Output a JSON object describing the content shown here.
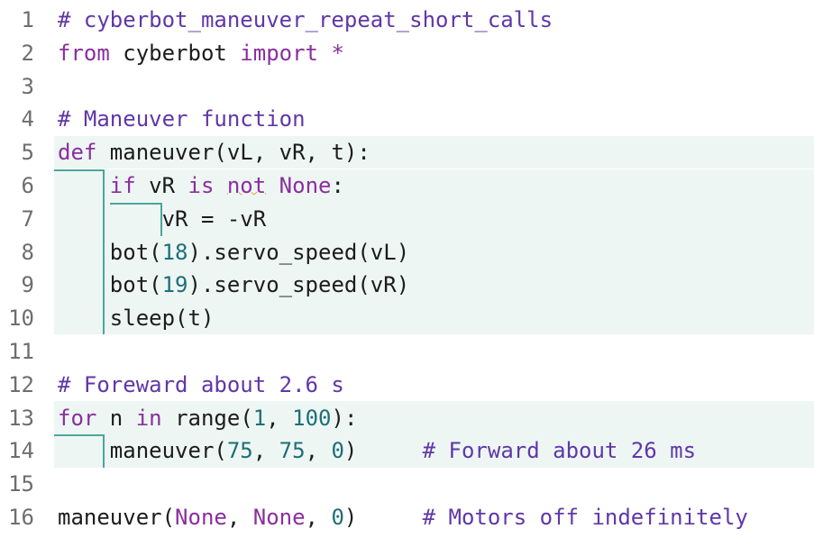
{
  "editor": {
    "lines": [
      {
        "n": "1",
        "tokens": [
          {
            "t": "# cyberbot_maneuver_repeat_short_calls",
            "c": "cm"
          }
        ]
      },
      {
        "n": "2",
        "tokens": [
          {
            "t": "from",
            "c": "kw"
          },
          {
            "t": " cyberbot ",
            "c": ""
          },
          {
            "t": "import",
            "c": "kw"
          },
          {
            "t": " *",
            "c": "kw"
          }
        ]
      },
      {
        "n": "3",
        "tokens": []
      },
      {
        "n": "4",
        "tokens": [
          {
            "t": "# Maneuver function",
            "c": "cm"
          }
        ]
      },
      {
        "n": "5",
        "tokens": [
          {
            "t": "def",
            "c": "kw"
          },
          {
            "t": " maneuver(vL, vR, t):",
            "c": ""
          }
        ]
      },
      {
        "n": "6",
        "tokens": [
          {
            "t": "    ",
            "c": ""
          },
          {
            "t": "if",
            "c": "kw"
          },
          {
            "t": " vR ",
            "c": ""
          },
          {
            "t": "is",
            "c": "kw"
          },
          {
            "t": " ",
            "c": ""
          },
          {
            "t": "not",
            "c": "kw sq"
          },
          {
            "t": " ",
            "c": ""
          },
          {
            "t": "None",
            "c": "kw"
          },
          {
            "t": ":",
            "c": ""
          }
        ]
      },
      {
        "n": "7",
        "tokens": [
          {
            "t": "        vR = -vR",
            "c": ""
          }
        ]
      },
      {
        "n": "8",
        "tokens": [
          {
            "t": "    bot(",
            "c": ""
          },
          {
            "t": "18",
            "c": "num"
          },
          {
            "t": ").servo_speed(vL)",
            "c": ""
          }
        ]
      },
      {
        "n": "9",
        "tokens": [
          {
            "t": "    bot(",
            "c": ""
          },
          {
            "t": "19",
            "c": "num"
          },
          {
            "t": ").servo_speed(vR)",
            "c": ""
          }
        ]
      },
      {
        "n": "10",
        "tokens": [
          {
            "t": "    sleep(t)",
            "c": ""
          }
        ]
      },
      {
        "n": "11",
        "tokens": []
      },
      {
        "n": "12",
        "tokens": [
          {
            "t": "# Foreward about 2.6 s",
            "c": "cm"
          }
        ]
      },
      {
        "n": "13",
        "tokens": [
          {
            "t": "for",
            "c": "kw"
          },
          {
            "t": " n ",
            "c": ""
          },
          {
            "t": "in",
            "c": "kw"
          },
          {
            "t": " range(",
            "c": ""
          },
          {
            "t": "1",
            "c": "num"
          },
          {
            "t": ", ",
            "c": ""
          },
          {
            "t": "100",
            "c": "num"
          },
          {
            "t": "):",
            "c": ""
          }
        ]
      },
      {
        "n": "14",
        "tokens": [
          {
            "t": "    maneuver(",
            "c": ""
          },
          {
            "t": "75",
            "c": "num"
          },
          {
            "t": ", ",
            "c": ""
          },
          {
            "t": "75",
            "c": "num"
          },
          {
            "t": ", ",
            "c": ""
          },
          {
            "t": "0",
            "c": "num"
          },
          {
            "t": ")     ",
            "c": ""
          },
          {
            "t": "# Forward about 26 ms",
            "c": "cm"
          }
        ]
      },
      {
        "n": "15",
        "tokens": []
      },
      {
        "n": "16",
        "tokens": [
          {
            "t": "maneuver(",
            "c": ""
          },
          {
            "t": "None",
            "c": "kw"
          },
          {
            "t": ", ",
            "c": ""
          },
          {
            "t": "None",
            "c": "kw"
          },
          {
            "t": ", ",
            "c": ""
          },
          {
            "t": "0",
            "c": "num"
          },
          {
            "t": ")     ",
            "c": ""
          },
          {
            "t": "# Motors off indefinitely",
            "c": "cm"
          }
        ]
      }
    ],
    "colors": {
      "keyword": "#8a2f9e",
      "comment": "#6037a8",
      "number": "#1d6f78",
      "block_highlight": "#eef6f4",
      "indent_guide": "#4aa79c",
      "warning_squiggle": "#e3a234",
      "line_number": "#6e6e6e"
    }
  }
}
